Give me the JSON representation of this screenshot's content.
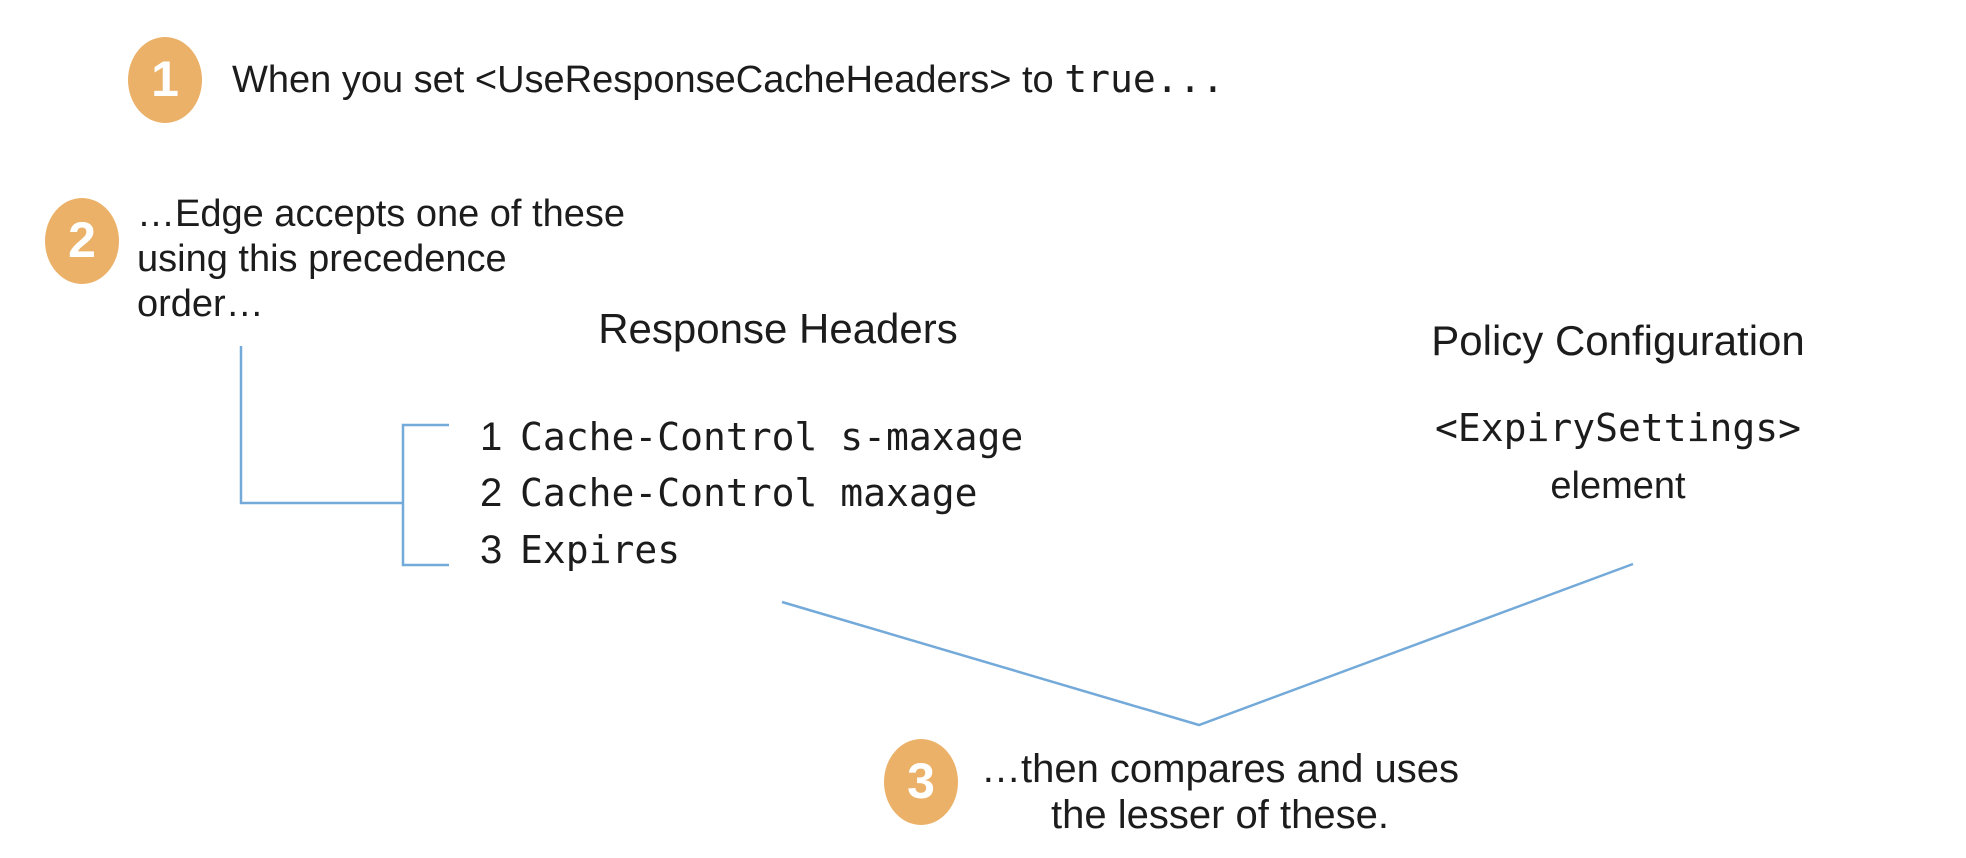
{
  "colors": {
    "background": "#FFFFFF",
    "badge": "#EBB168",
    "badge-number": "#FFFFFF",
    "connector": "#74AAD9",
    "text": "#1C1C1C"
  },
  "steps": [
    {
      "number": "1",
      "text_sans": "When you set <UseResponseCacheHeaders> to ",
      "text_mono": "true..."
    },
    {
      "number": "2",
      "lines": [
        "…Edge accepts one of these",
        "using this precedence",
        "order…"
      ]
    },
    {
      "number": "3",
      "lines": [
        "…then compares and uses",
        "the lesser of these."
      ]
    }
  ],
  "response_headers": {
    "title": "Response Headers",
    "items": [
      {
        "number": "1",
        "label": "Cache-Control s-maxage"
      },
      {
        "number": "2",
        "label": "Cache-Control maxage"
      },
      {
        "number": "3",
        "label": "Expires"
      }
    ]
  },
  "policy_configuration": {
    "title": "Policy Configuration",
    "code": "<ExpirySettings>",
    "caption": "element"
  }
}
